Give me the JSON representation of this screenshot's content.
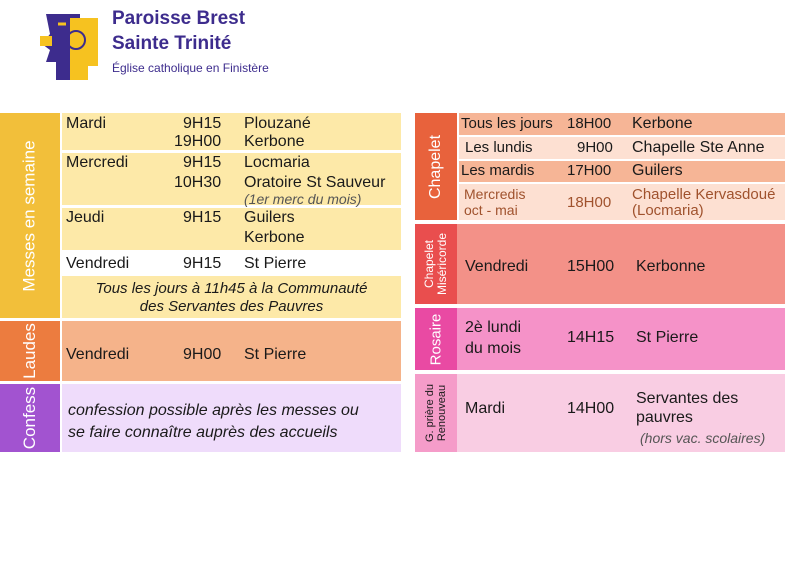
{
  "header": {
    "line1": "Paroisse Brest",
    "line2": "Sainte Trinité",
    "subtitle": "Église catholique en Finistère",
    "logo_icon": "parish-logo",
    "colors": {
      "purple": "#3d2c8d",
      "yellow": "#f6c220"
    }
  },
  "left": {
    "messes": {
      "label": "Messes en semaine",
      "rows": [
        {
          "day": "Mardi",
          "times": [
            "9H15",
            "19H00"
          ],
          "places": [
            "Plouzané",
            "Kerbone"
          ]
        },
        {
          "day": "Mercredi",
          "times": [
            "9H15",
            "10H30"
          ],
          "places": [
            "Locmaria",
            "Oratoire St Sauveur"
          ],
          "note": "(1er merc du mois)"
        },
        {
          "day": "Jeudi",
          "times": [
            "9H15"
          ],
          "places": [
            "Guilers",
            "Kerbone"
          ]
        },
        {
          "day": "Vendredi",
          "times": [
            "9H15"
          ],
          "places": [
            "St Pierre"
          ]
        }
      ],
      "footer_line1": "Tous les jours à 11h45 à la Communauté",
      "footer_line2": "des Servantes des Pauvres",
      "color": "#fde9a8",
      "label_color": "#f2bf3a"
    },
    "laudes": {
      "label": "Laudes",
      "day": "Vendredi",
      "time": "9H00",
      "place": "St Pierre",
      "color": "#f5b38a",
      "label_color": "#ec7c3f"
    },
    "confess": {
      "label": "Confess",
      "line1": "confession possible après les messes  ou",
      "line2": "se faire connaître auprès des accueils",
      "color": "#efdcfb",
      "label_color": "#a253d0"
    }
  },
  "right": {
    "chapelet": {
      "label": "Chapelet",
      "rows": [
        {
          "day": "Tous les jours",
          "time": "18H00",
          "place": "Kerbone"
        },
        {
          "day": "Les lundis",
          "time": "9H00",
          "place": "Chapelle Ste Anne"
        },
        {
          "day": "Les mardis",
          "time": "17H00",
          "place": "Guilers"
        },
        {
          "day_line1": "Mercredis",
          "day_line2": "oct - mai",
          "time": "18H00",
          "place_line1": "Chapelle Kervasdoué",
          "place_line2": "(Locmaria)"
        }
      ],
      "label_color": "#e8623c",
      "row_colors": [
        "#f6b596",
        "#fde0d2",
        "#f6b596",
        "#fde0d2"
      ]
    },
    "misericorde": {
      "label_line1": "Chapelet",
      "label_line2": "Miséricorde",
      "day": "Vendredi",
      "time": "15H00",
      "place": "Kerbonne",
      "color": "#f39188",
      "label_color": "#e94e4e"
    },
    "rosaire": {
      "label": "Rosaire",
      "day_line1": "2è lundi",
      "day_line2": "du mois",
      "time": "14H15",
      "place": "St Pierre",
      "color": "#f592c8",
      "label_color": "#e94aa3"
    },
    "renouveau": {
      "label_line1": "G. prière du",
      "label_line2": "Renouveau",
      "day": "Mardi",
      "time": "14H00",
      "place_line1": "Servantes des",
      "place_line2": "pauvres",
      "note": "(hors vac. scolaires)",
      "color": "#f9cde3",
      "label_color": "#f59cc9"
    }
  }
}
